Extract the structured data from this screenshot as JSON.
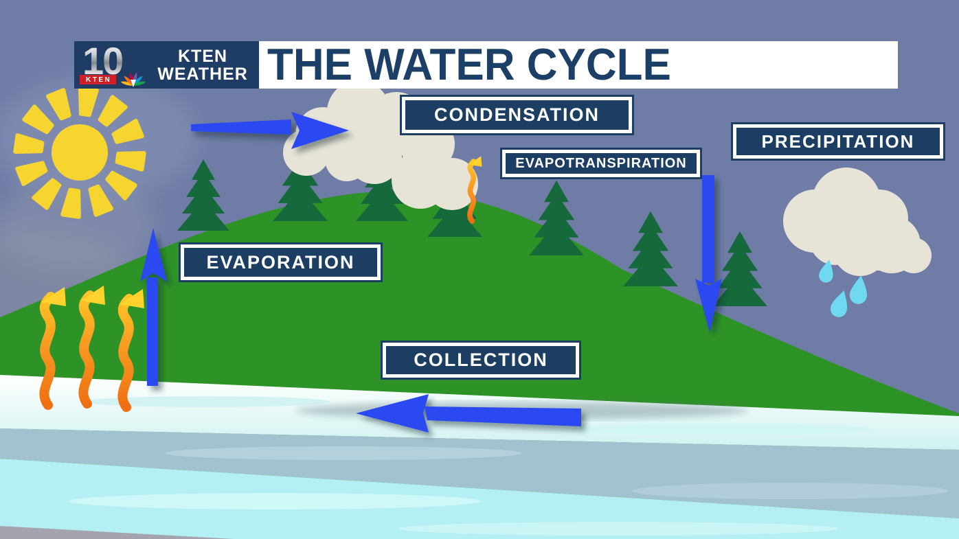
{
  "header": {
    "title": "THE WATER CYCLE",
    "logo": {
      "channel": "10",
      "badge": "KTEN",
      "line1": "KTEN",
      "line2": "WEATHER"
    }
  },
  "labels": {
    "condensation": "CONDENSATION",
    "precipitation": "PRECIPITATION",
    "evapotranspiration": "EVAPOTRANSPIRATION",
    "evaporation": "EVAPORATION",
    "collection": "COLLECTION"
  },
  "colors": {
    "sky": "#6E7CA6",
    "navy_box": "#1C3E63",
    "title_text": "#1B3F66",
    "hill_green": "#2E9327",
    "tree_green": "#15693B",
    "arrow_blue": "#2B48F0",
    "heat_arrow_orange": "#F07D18",
    "heat_arrow_yellow": "#FFD22E",
    "sun_yellow": "#F7D531",
    "cloud_cream": "#E7E3D6",
    "raindrop_cyan": "#6FD9F2",
    "shore_water": "#E9FBF9",
    "mid_water": "#A3C2CF",
    "deep_water": "#B3EFF3",
    "badge_red": "#CE2026"
  }
}
